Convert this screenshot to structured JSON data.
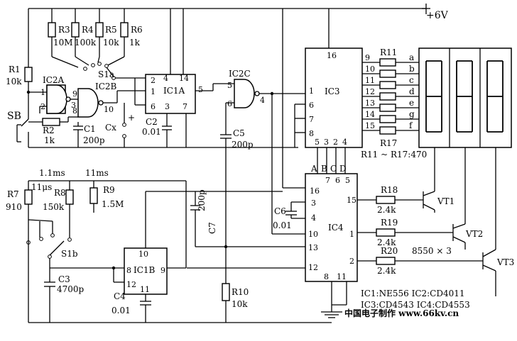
{
  "supply": "+6V",
  "resistors": {
    "R1": {
      "ref": "R1",
      "val": "10k"
    },
    "R2": {
      "ref": "R2",
      "val": "1k"
    },
    "R3": {
      "ref": "R3",
      "val": "10M"
    },
    "R4": {
      "ref": "R4",
      "val": "100k"
    },
    "R5": {
      "ref": "R5",
      "val": "10k"
    },
    "R6": {
      "ref": "R6",
      "val": "1k"
    },
    "R7": {
      "ref": "R7",
      "val": "910"
    },
    "R8": {
      "ref": "R8",
      "val": "150k"
    },
    "R9": {
      "ref": "R9",
      "val": "1.5M"
    },
    "R10": {
      "ref": "R10",
      "val": "10k"
    },
    "R11": {
      "ref": "R11"
    },
    "R17": {
      "ref": "R17"
    },
    "R18": {
      "ref": "R18",
      "val": "2.4k"
    },
    "R19": {
      "ref": "R19",
      "val": "2.4k"
    },
    "R20": {
      "ref": "R20",
      "val": "2.4k"
    }
  },
  "seg_res_note": "R11 ~ R17:470",
  "capacitors": {
    "C1": {
      "ref": "C1",
      "val": "200p"
    },
    "C2": {
      "ref": "C2",
      "val": "0.01"
    },
    "C3": {
      "ref": "C3",
      "val": "4700p"
    },
    "C4": {
      "ref": "C4",
      "val": "0.01"
    },
    "C5": {
      "ref": "C5",
      "val": "200p"
    },
    "C6": {
      "ref": "C6",
      "val": "0.01"
    },
    "C7": {
      "ref": "C7",
      "val": "200p"
    },
    "Cx": {
      "ref": "Cx"
    }
  },
  "ics": {
    "IC1A": "IC1A",
    "IC1B": "IC1B",
    "IC2A": "IC2A",
    "IC2B": "IC2B",
    "IC2C": "IC2C",
    "IC3": "IC3",
    "IC4": "IC4"
  },
  "switches": {
    "SB": "SB",
    "S1a": "S1a",
    "S1b": "S1b"
  },
  "transistors": {
    "VT1": "VT1",
    "VT2": "VT2",
    "VT3": "VT3",
    "note": "8550 × 3"
  },
  "time_labels": {
    "t1": "1.1ms",
    "t2": "11ms",
    "t3": "11μs"
  },
  "segments": [
    "a",
    "b",
    "c",
    "d",
    "e",
    "g",
    "f"
  ],
  "ic3_out_pins": [
    "9",
    "10",
    "11",
    "12",
    "13",
    "14",
    "15"
  ],
  "ic3_pins": {
    "vdd": "16",
    "p1": "1",
    "p6": "6",
    "p7": "7",
    "p8": "8",
    "bottom": [
      "5",
      "3",
      "2",
      "4"
    ]
  },
  "ic4_pins": {
    "top": [
      "16",
      "7",
      "6",
      "5"
    ],
    "p3": "3",
    "p4": "4",
    "p10": "10",
    "p13": "13",
    "p12": "12",
    "p15": "15",
    "p1": "1",
    "p2": "2",
    "bottom": [
      "8",
      "11"
    ]
  },
  "bcd": [
    "A",
    "B",
    "C",
    "D"
  ],
  "ic_note1": "IC1:NE556  IC2:CD4011",
  "ic_note2": "IC3:CD4543  IC4:CD4553",
  "watermark": "中国电子制作  www.66kv.cn",
  "pins": {
    "ic1a": [
      "4",
      "14",
      "2",
      "1",
      "6",
      "3",
      "7",
      "5"
    ],
    "ic1b": [
      "10",
      "8",
      "12",
      "11",
      "9"
    ],
    "ic2a": [
      "1",
      "2",
      "3"
    ],
    "ic2b": [
      "9",
      "8",
      "10"
    ],
    "ic2c": [
      "5",
      "6",
      "4"
    ]
  },
  "polarity_plus": "+"
}
